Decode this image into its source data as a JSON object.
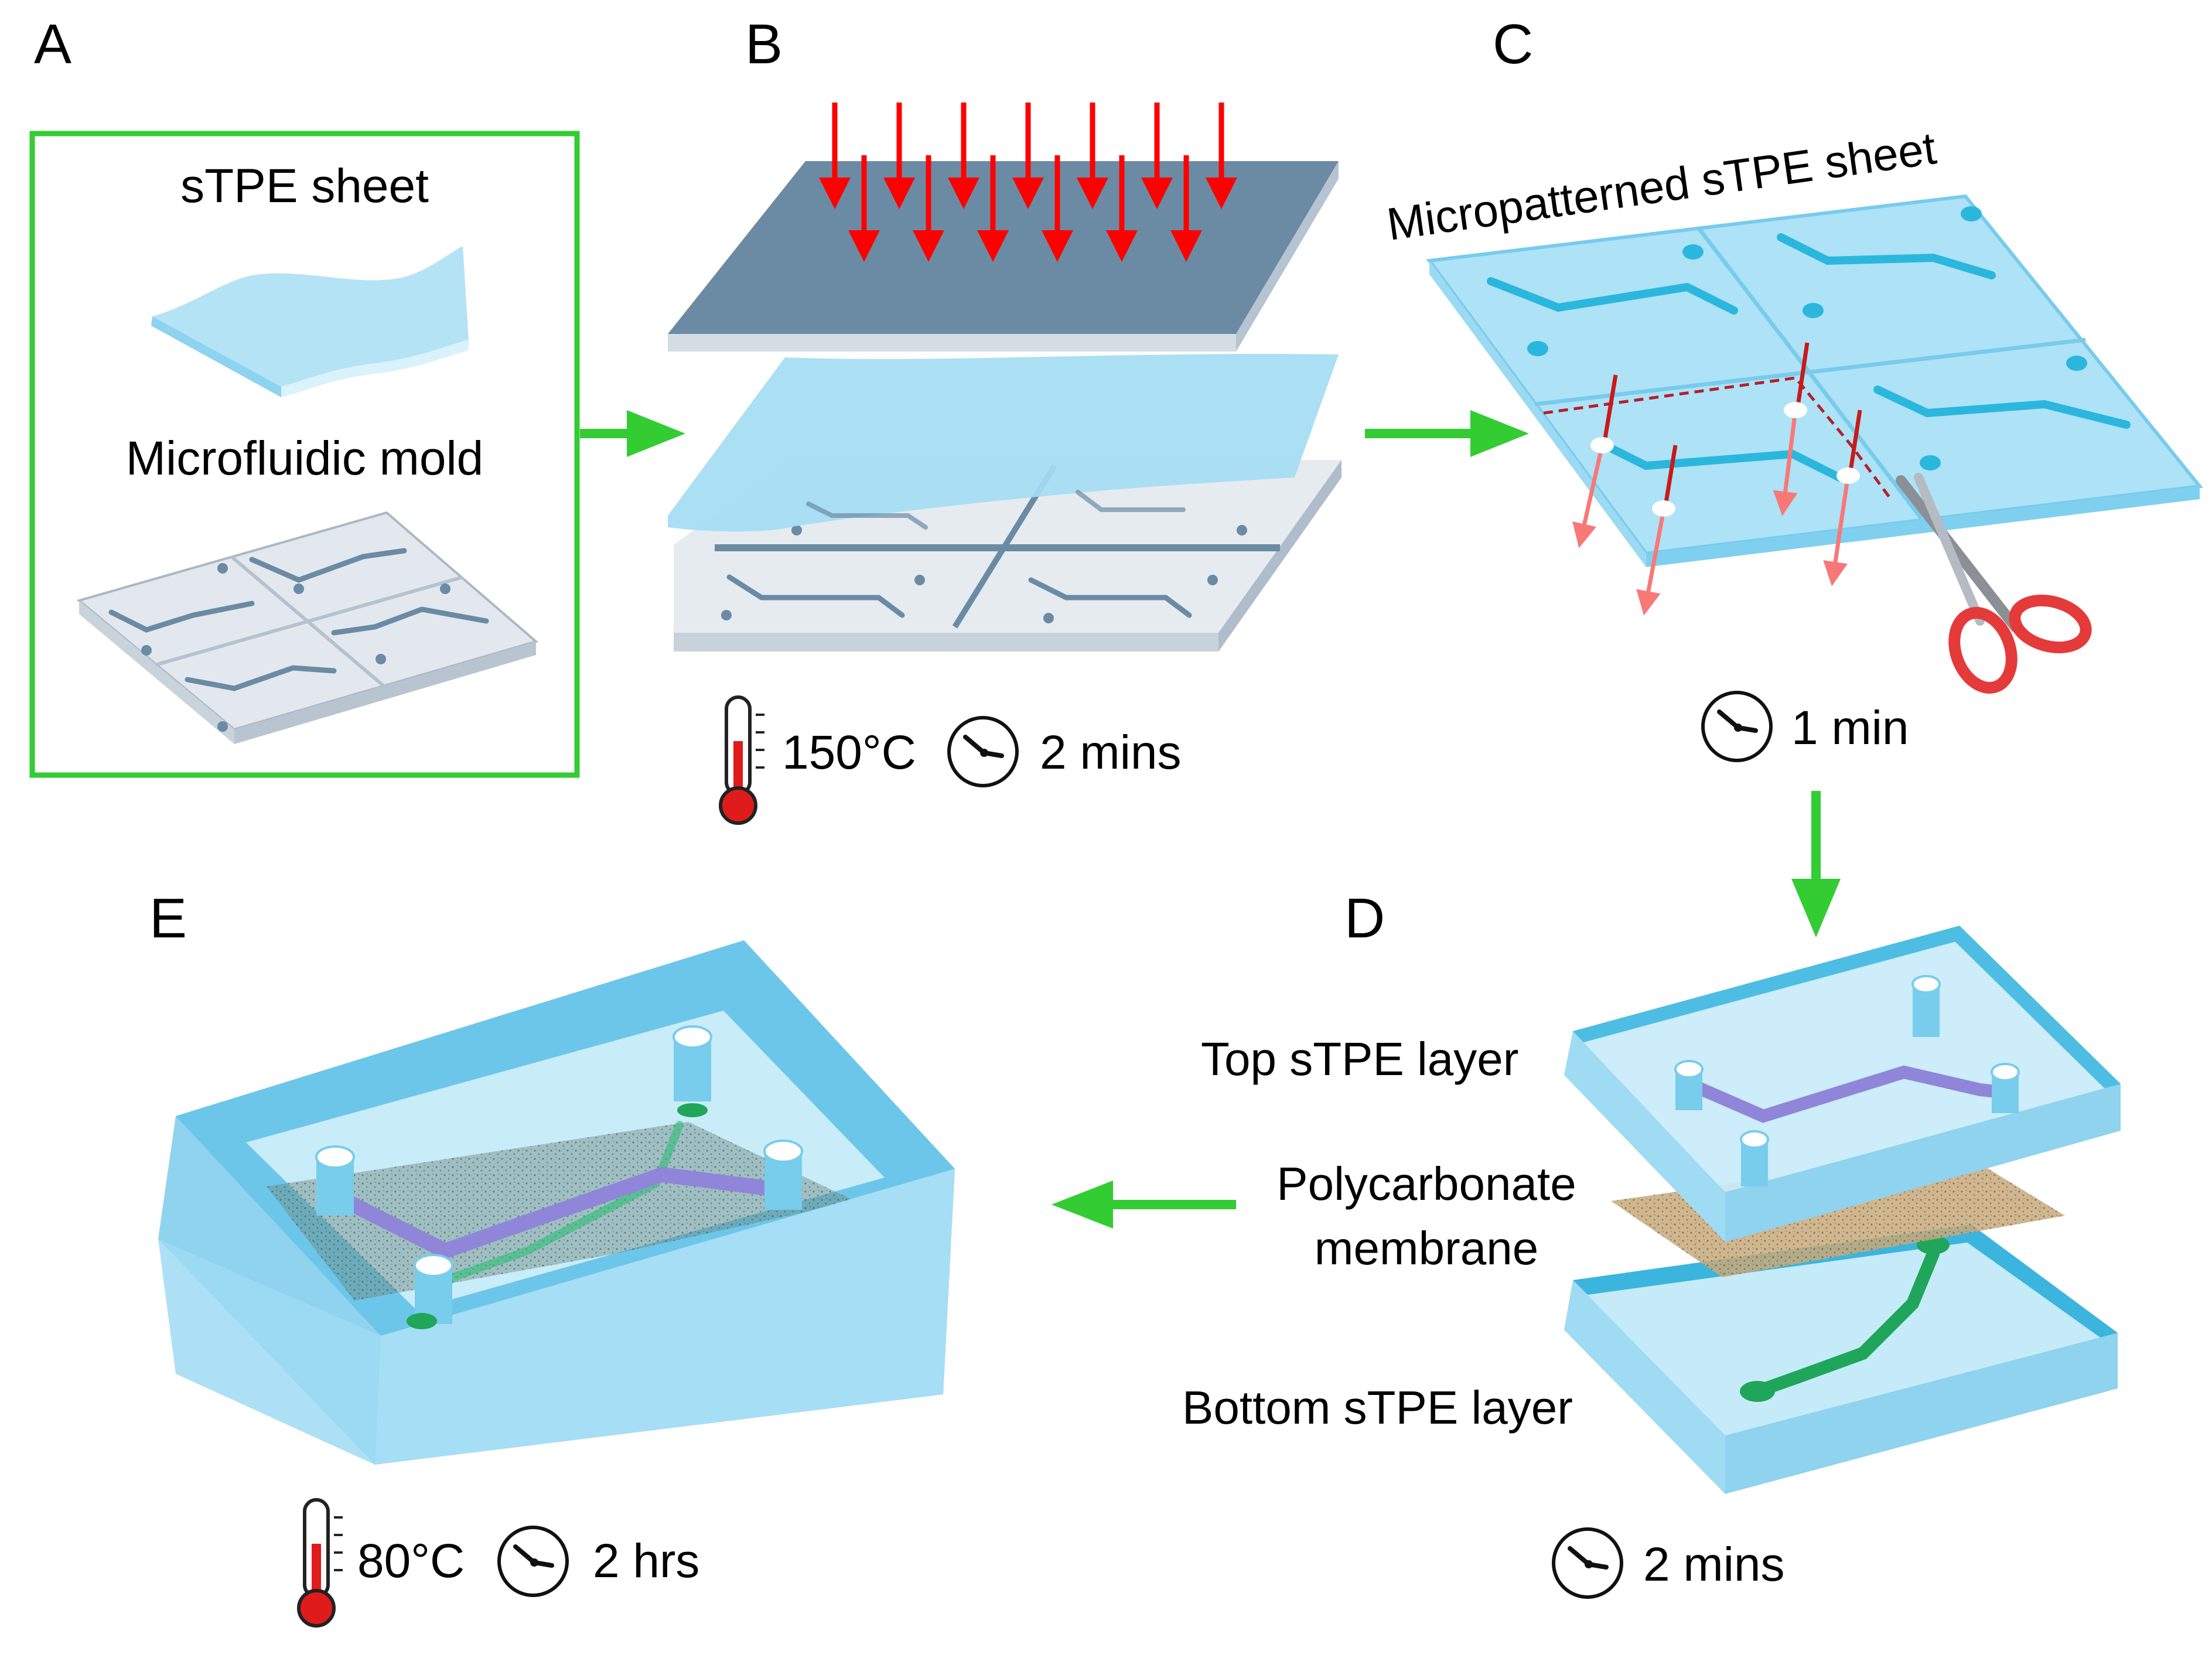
{
  "panels": {
    "a": {
      "letter": "A",
      "sheet_label": "sTPE sheet",
      "mold_label": "Microfluidic mold"
    },
    "b": {
      "letter": "B",
      "temperature": "150°C",
      "time": "2 mins"
    },
    "c": {
      "letter": "C",
      "sheet_label": "Micropatterned sTPE sheet",
      "time": "1 min"
    },
    "d": {
      "letter": "D",
      "top_layer_label": "Top sTPE layer",
      "membrane_label_line1": "Polycarbonate",
      "membrane_label_line2": "membrane",
      "bottom_layer_label": "Bottom sTPE layer",
      "time": "2 mins"
    },
    "e": {
      "letter": "E",
      "temperature": "80°C",
      "time": "2 hrs"
    }
  },
  "colors": {
    "flow_arrow": "#33cc33",
    "press_arrow": "#ff0000",
    "stpe_light": "#a8dff5",
    "stpe_edge": "#6cc6ea",
    "mold_plate": "#6b8ba4",
    "channel_top": "#8f86d9",
    "channel_bottom": "#1fa65a",
    "membrane": "#c9a97a"
  },
  "icons": [
    "thermometer-icon",
    "clock-icon",
    "scissors-icon",
    "press-arrow-icon",
    "flow-arrow-icon"
  ]
}
